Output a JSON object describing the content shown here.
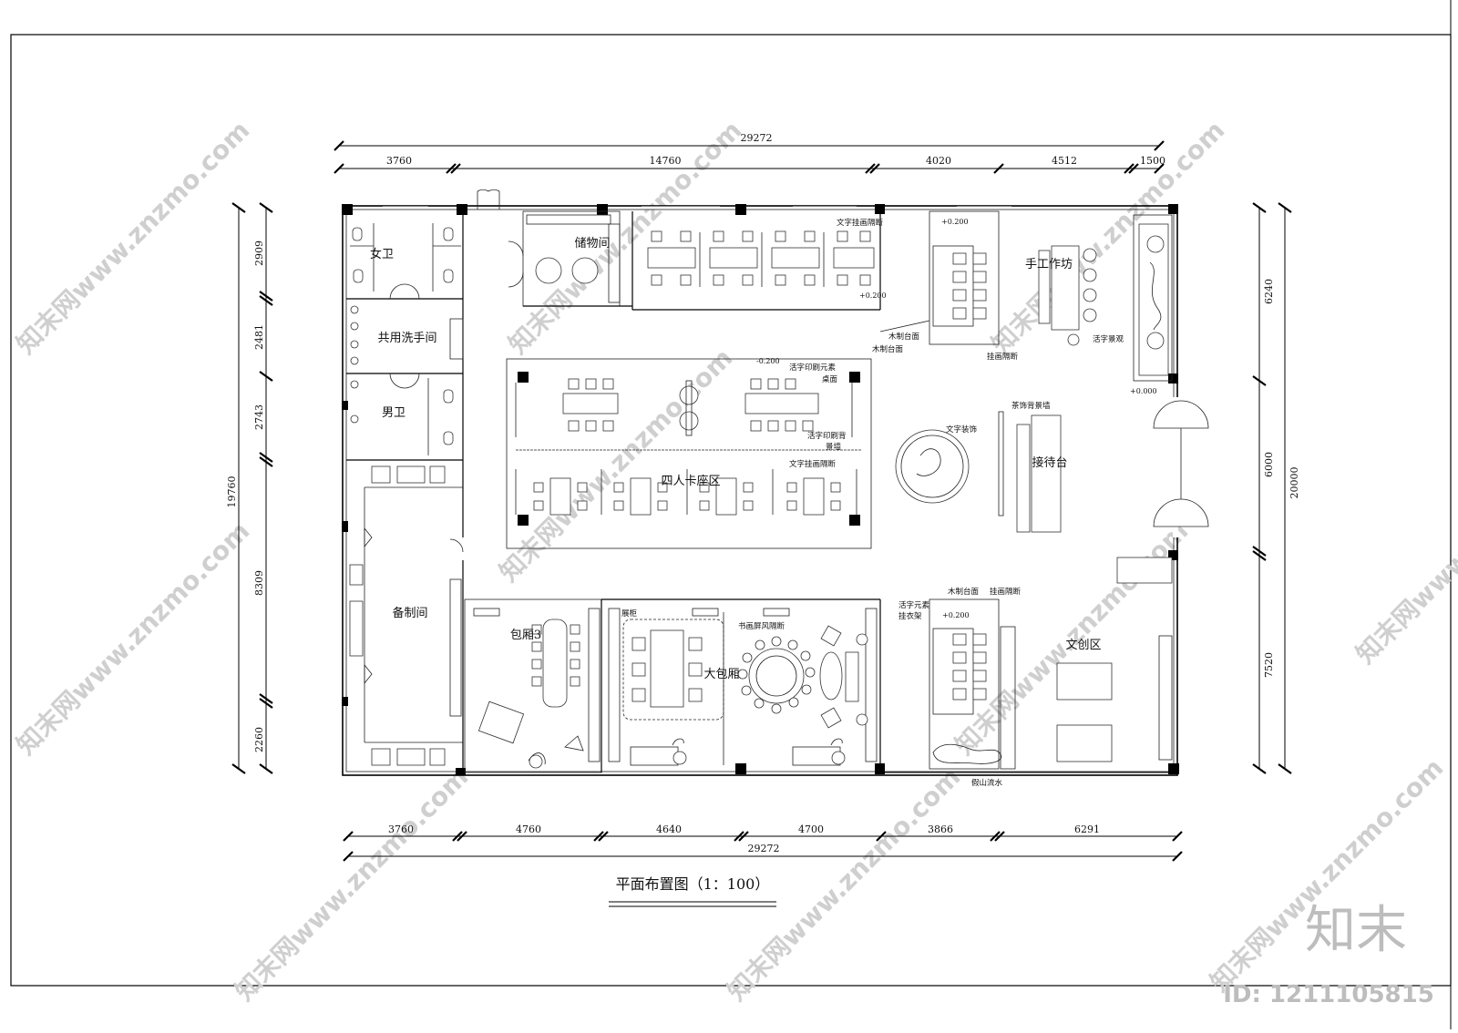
{
  "drawing": {
    "title": "平面布置图（1：100）",
    "brand": "知末",
    "id_label": "ID: 1211105815",
    "watermark": "知末网www.znzmo.com"
  },
  "dimensions": {
    "top_total": "29272",
    "top": [
      "3760",
      "14760",
      "4020",
      "4512",
      "1500"
    ],
    "bottom": [
      "3760",
      "4760",
      "4640",
      "4700",
      "3866",
      "6291"
    ],
    "bottom_total": "29272",
    "left_total": "19760",
    "left": [
      "2909",
      "2481",
      "2743",
      "8309",
      "2260"
    ],
    "right": [
      "6240",
      "6000",
      "7520"
    ],
    "right_total": "20000"
  },
  "rooms": {
    "womens_wc": "女卫",
    "storage": "储物间",
    "shared_wash": "共用洗手间",
    "mens_wc": "男卫",
    "prep": "备制间",
    "four_seat": "四人卡座区",
    "workshop": "手工作坊",
    "reception": "接待台",
    "private3": "包厢3",
    "large_private": "大包厢",
    "culture": "文创区"
  },
  "notes": {
    "text_partition_1": "文字挂画隔断",
    "wood_counter_1": "木制台面",
    "wood_counter_2": "木制台面",
    "hang_partition_1": "挂画隔断",
    "type_landscape": "活字景观",
    "type_print_table_a": "活字印刷元素",
    "type_print_table_b": "桌面",
    "tea_wall": "茶饰背景墙",
    "text_deco": "文字装饰",
    "print_wall_a": "活字印刷背",
    "print_wall_b": "景墙",
    "text_partition_2": "文字挂画隔断",
    "display_cab": "展柜",
    "screen": "书画屏风隔断",
    "wood_counter_3": "木制台面",
    "hang_partition_2": "挂画隔断",
    "type_rack_a": "活字元素",
    "type_rack_b": "挂衣架",
    "rockery": "假山流水"
  },
  "levels": {
    "l1": "+0.200",
    "l2": "+0.200",
    "l3": "-0.200",
    "l4": "+0.000",
    "l5": "+0.200"
  }
}
